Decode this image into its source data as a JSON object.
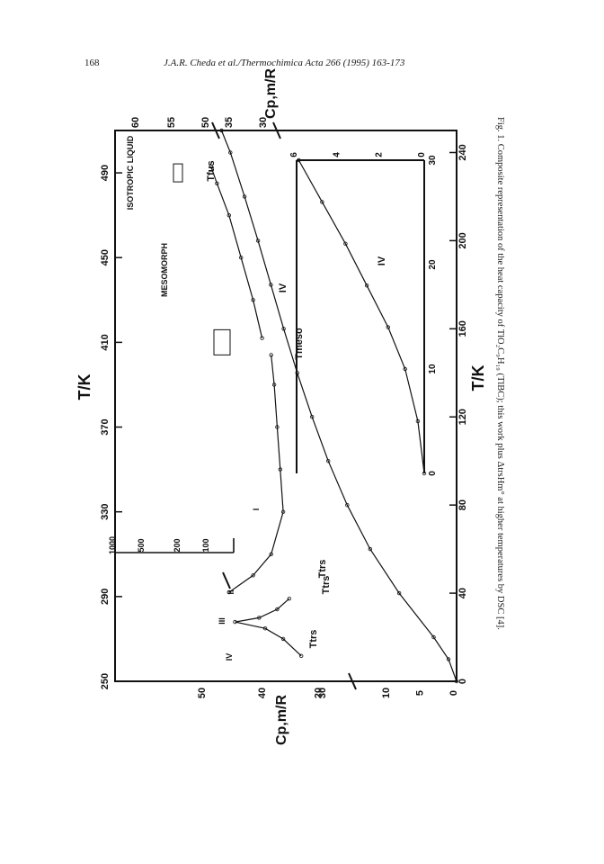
{
  "header": {
    "page_number": "168",
    "journal_ref": "J.A.R. Cheda et al./Thermochimica Acta 266 (1995) 163-173"
  },
  "figure": {
    "caption": "Fig. 1. Composite representation of the heat capacity of TlO₂C₉H₁₉ (TlBC); this work plus ΔtrsHm° at higher temperatures by DSC [4]."
  },
  "chart_data": [
    {
      "type": "line",
      "panel": "main-upper-scale",
      "xlabel": "T/K",
      "ylabel": "Cp,m/R",
      "xlim": [
        250,
        510
      ],
      "x_ticks": [
        "250",
        "290",
        "330",
        "370",
        "410",
        "450",
        "490"
      ],
      "y_ticks_left": [
        "30",
        "40",
        "50"
      ],
      "y_ticks_right": [
        "35",
        "30",
        "50",
        "55",
        "60"
      ],
      "regions": [
        "ISOTROPIC LIQUID",
        "MESOMORPH",
        "I",
        "II",
        "III",
        "IV"
      ],
      "annotations": [
        "Tfus",
        "Tmeso",
        "Ttrs",
        "Ttrs",
        "Ttrs"
      ],
      "series": [
        {
          "values_x": [
            262,
            270,
            275,
            278,
            280,
            284,
            289
          ],
          "values_y": [
            34,
            37,
            40,
            45,
            41,
            38,
            36
          ]
        },
        {
          "values_x": [
            292,
            300,
            310,
            330,
            350,
            370,
            390,
            404
          ],
          "values_y": [
            46,
            42,
            39,
            37,
            37.5,
            38,
            38.5,
            39
          ]
        },
        {
          "values_x": [
            412,
            430,
            450,
            470,
            485,
            493
          ],
          "values_y": [
            40.5,
            42,
            44,
            46,
            48,
            49
          ]
        }
      ],
      "inset_log": {
        "y_ticks": [
          "1000",
          "500",
          "200",
          "100"
        ]
      }
    },
    {
      "type": "line",
      "panel": "main-lower-scale",
      "xlabel": "T/K",
      "ylabel": "Cp,m/R",
      "xlim": [
        0,
        250
      ],
      "x_ticks": [
        "0",
        "40",
        "80",
        "120",
        "160",
        "200",
        "240"
      ],
      "y_ticks": [
        "0",
        "5",
        "10",
        "20"
      ],
      "regions": [
        "IV"
      ],
      "series": [
        {
          "values_x": [
            0,
            10,
            20,
            40,
            60,
            80,
            100,
            120,
            140,
            160,
            180,
            200,
            220,
            240,
            250
          ],
          "values_y": [
            0,
            1.2,
            3.4,
            8.5,
            12.8,
            16.2,
            19.0,
            21.4,
            23.6,
            25.6,
            27.5,
            29.4,
            31.4,
            33.5,
            34.8
          ]
        }
      ]
    },
    {
      "type": "line",
      "panel": "inset-low-T",
      "xlabel": "",
      "ylabel": "",
      "xlim": [
        0,
        30
      ],
      "ylim": [
        0,
        6
      ],
      "x_ticks": [
        "0",
        "10",
        "20",
        "30"
      ],
      "y_ticks": [
        "0",
        "2",
        "4",
        "6"
      ],
      "regions": [
        "IV"
      ],
      "series": [
        {
          "values_x": [
            0,
            5,
            10,
            14,
            18,
            22,
            26,
            30
          ],
          "values_y": [
            0,
            0.3,
            0.9,
            1.7,
            2.7,
            3.7,
            4.8,
            5.9
          ]
        }
      ]
    }
  ]
}
